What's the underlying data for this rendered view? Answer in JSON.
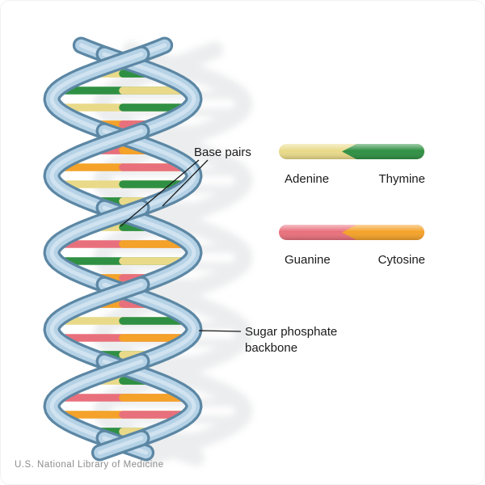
{
  "palette": {
    "adenine": "#e9da89",
    "thymine": "#2f9043",
    "guanine": "#e8707c",
    "cytosine": "#f4a229",
    "ribbon_fill": "#b5d2e6",
    "ribbon_edge": "#5c87a4",
    "ribbon_highlight": "#e7f1f8",
    "pointer_line": "#1a1a1a"
  },
  "helix": {
    "rung_sequence": [
      "AT",
      "TA",
      "AT",
      "CG",
      "GC",
      "CG",
      "AT",
      "TA",
      "AT",
      "GC",
      "TA",
      "CG",
      "CG",
      "AT",
      "GC",
      "TA",
      "AT",
      "GC",
      "CG",
      "TA"
    ],
    "base_color_map": {
      "A": "adenine",
      "T": "thymine",
      "G": "guanine",
      "C": "cytosine"
    }
  },
  "annotations": {
    "base_pairs_label": "Base pairs",
    "backbone_label_line1": "Sugar phosphate",
    "backbone_label_line2": "backbone"
  },
  "legend": {
    "rows": [
      {
        "left_label": "Adenine",
        "right_label": "Thymine"
      },
      {
        "left_label": "Guanine",
        "right_label": "Cytosine"
      }
    ]
  },
  "footer": {
    "credit": "U.S. National Library of Medicine"
  }
}
